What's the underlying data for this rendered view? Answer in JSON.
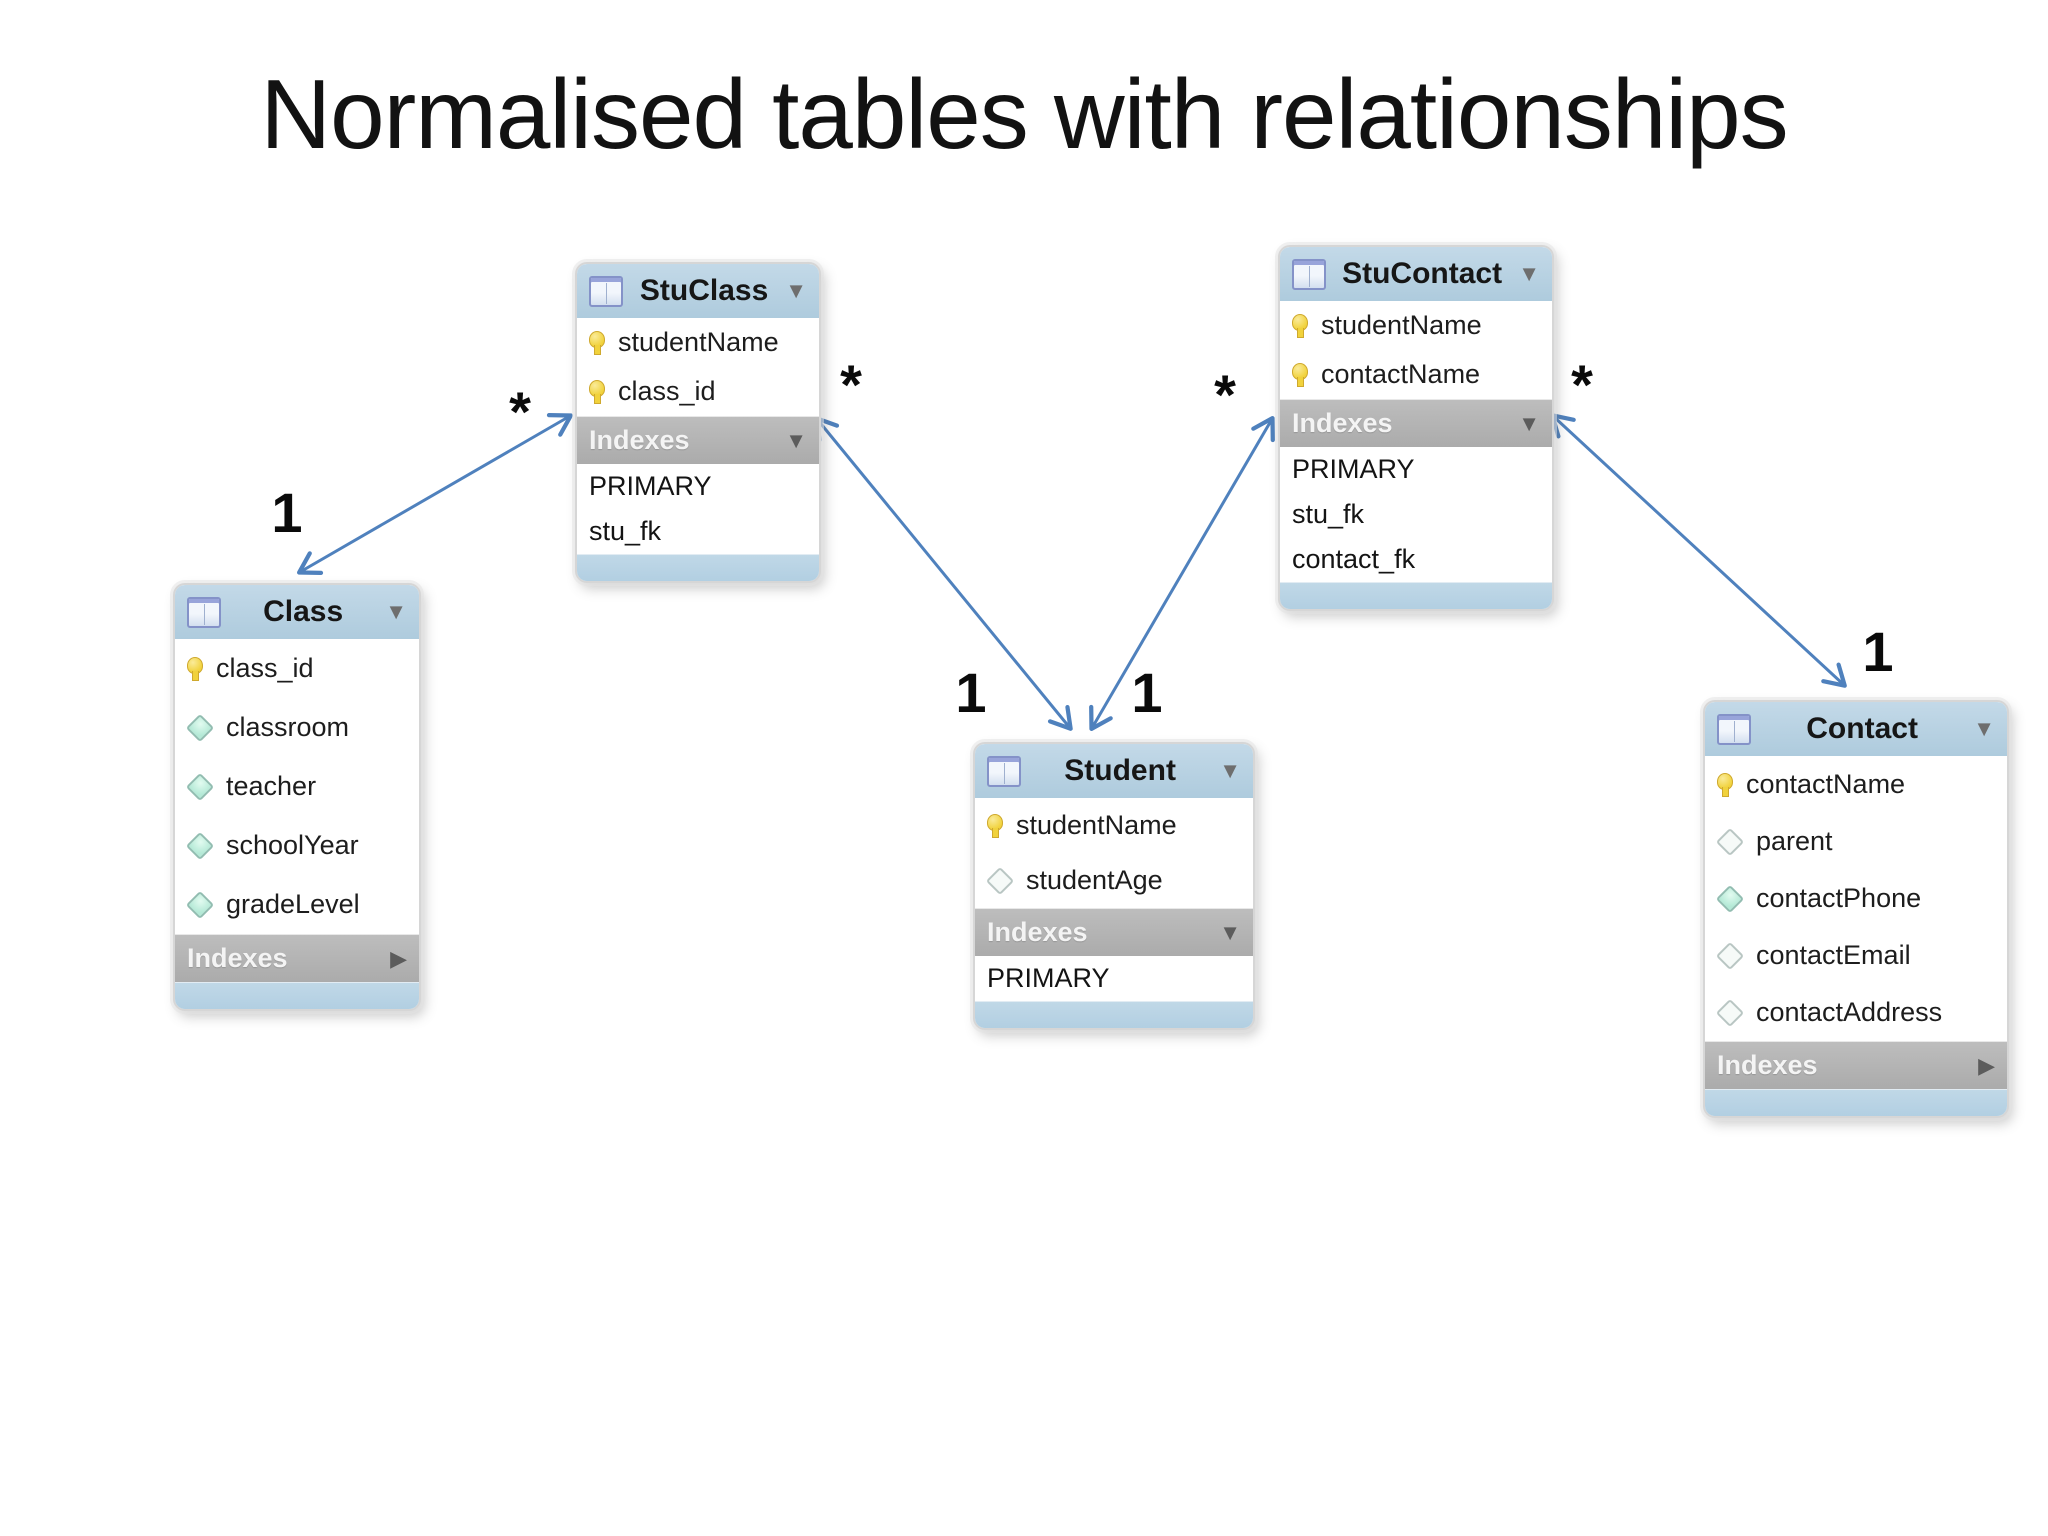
{
  "slide": {
    "title": "Normalised tables with relationships"
  },
  "colors": {
    "header_blue": "#b4cfe1",
    "footer_blue": "#b8d3e4",
    "indexes_gray": "#b2b2b2",
    "arrow_blue": "#4f81bd",
    "key_yellow": "#f1d23c",
    "attr_filled_teal": "#b4e9d6",
    "attr_hollow_fill": "#f6faf8",
    "title_color": "#121212"
  },
  "tables": [
    {
      "name": "StuClass",
      "header_icon": "table-icon",
      "header_chevron": "▼",
      "columns": [
        {
          "name": "studentName",
          "icon": "key-icon"
        },
        {
          "name": "class_id",
          "icon": "key-icon"
        }
      ],
      "indexes_label": "Indexes",
      "indexes_chevron": "▼",
      "index_items": [
        "PRIMARY",
        "stu_fk"
      ]
    },
    {
      "name": "StuContact",
      "header_icon": "table-icon",
      "header_chevron": "▼",
      "columns": [
        {
          "name": "studentName",
          "icon": "key-icon"
        },
        {
          "name": "contactName",
          "icon": "key-icon"
        }
      ],
      "indexes_label": "Indexes",
      "indexes_chevron": "▼",
      "index_items": [
        "PRIMARY",
        "stu_fk",
        "contact_fk"
      ]
    },
    {
      "name": "Class",
      "header_icon": "table-icon",
      "header_chevron": "▼",
      "columns": [
        {
          "name": "class_id",
          "icon": "key-icon"
        },
        {
          "name": "classroom",
          "icon": "diamond-filled-icon"
        },
        {
          "name": "teacher",
          "icon": "diamond-filled-icon"
        },
        {
          "name": "schoolYear",
          "icon": "diamond-filled-icon"
        },
        {
          "name": "gradeLevel",
          "icon": "diamond-filled-icon"
        }
      ],
      "indexes_label": "Indexes",
      "indexes_chevron": "▶",
      "index_items": []
    },
    {
      "name": "Student",
      "header_icon": "table-icon",
      "header_chevron": "▼",
      "columns": [
        {
          "name": "studentName",
          "icon": "key-icon"
        },
        {
          "name": "studentAge",
          "icon": "diamond-hollow-icon"
        }
      ],
      "indexes_label": "Indexes",
      "indexes_chevron": "▼",
      "index_items": [
        "PRIMARY"
      ]
    },
    {
      "name": "Contact",
      "header_icon": "table-icon",
      "header_chevron": "▼",
      "columns": [
        {
          "name": "contactName",
          "icon": "key-icon"
        },
        {
          "name": "parent",
          "icon": "diamond-hollow-icon"
        },
        {
          "name": "contactPhone",
          "icon": "diamond-filled-icon"
        },
        {
          "name": "contactEmail",
          "icon": "diamond-hollow-icon"
        },
        {
          "name": "contactAddress",
          "icon": "diamond-hollow-icon"
        }
      ],
      "indexes_label": "Indexes",
      "indexes_chevron": "▶",
      "index_items": []
    }
  ],
  "relationships": [
    {
      "from": "Class",
      "to": "StuClass",
      "from_multiplicity": "1",
      "to_multiplicity": "*"
    },
    {
      "from": "Student",
      "to": "StuClass",
      "from_multiplicity": "1",
      "to_multiplicity": "*"
    },
    {
      "from": "Student",
      "to": "StuContact",
      "from_multiplicity": "1",
      "to_multiplicity": "*"
    },
    {
      "from": "Contact",
      "to": "StuContact",
      "from_multiplicity": "1",
      "to_multiplicity": "*"
    }
  ]
}
